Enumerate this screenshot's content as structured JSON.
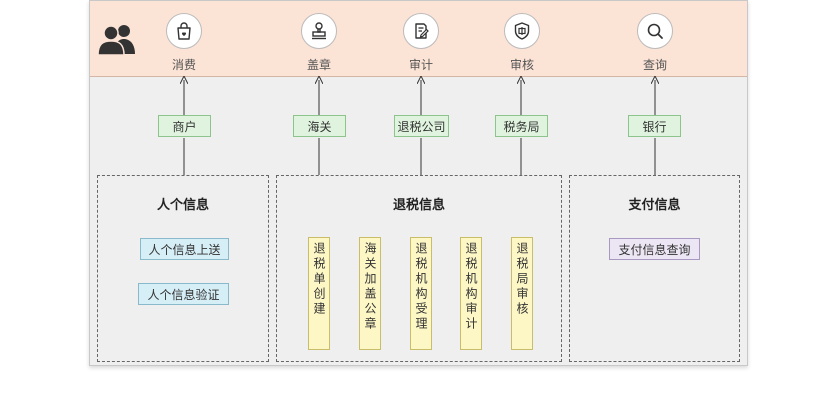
{
  "top_icons": [
    {
      "id": "consume",
      "label": "消费",
      "icon": "shopping-bag-icon"
    },
    {
      "id": "seal",
      "label": "盖章",
      "icon": "stamp-icon"
    },
    {
      "id": "audit",
      "label": "审计",
      "icon": "audit-document-icon"
    },
    {
      "id": "review",
      "label": "审核",
      "icon": "shield-review-icon"
    },
    {
      "id": "query",
      "label": "查询",
      "icon": "search-icon"
    }
  ],
  "actors": [
    {
      "id": "merchant",
      "label": "商户"
    },
    {
      "id": "customs",
      "label": "海关"
    },
    {
      "id": "refund-company",
      "label": "退税公司"
    },
    {
      "id": "tax-bureau",
      "label": "税务局"
    },
    {
      "id": "bank",
      "label": "银行"
    }
  ],
  "groups": {
    "personal": {
      "title": "人个信息",
      "items": [
        "人个信息上送",
        "人个信息验证"
      ]
    },
    "refund": {
      "title": "退税信息",
      "items": [
        "退税单创建",
        "海关加盖公章",
        "退税机构受理",
        "退税机构审计",
        "退税局审核"
      ]
    },
    "payment": {
      "title": "支付信息",
      "items": [
        "支付信息查询"
      ]
    }
  },
  "colors": {
    "top_band": "#fbe3d6",
    "panel": "#efefef",
    "actor_fill": "#dff3df",
    "personal_fill": "#d6eef6",
    "refund_fill": "#fdf7c6",
    "payment_fill": "#ece6f4"
  }
}
